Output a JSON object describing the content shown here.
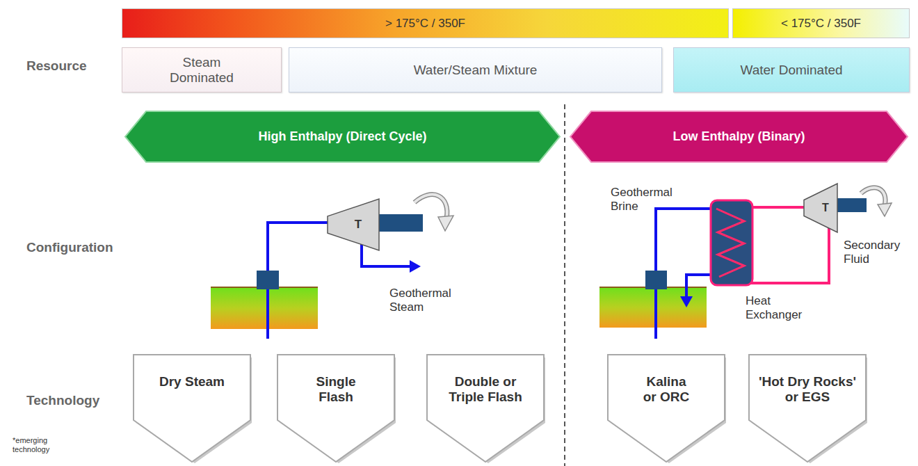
{
  "diagram": {
    "nodes": [
      {
        "text": [
          "> 175°C / 350F"
        ]
      },
      {
        "text": [
          "< 175°C / 350F"
        ]
      },
      {
        "text": [
          "Steam Dominated"
        ]
      },
      {
        "text": [
          "Water/Steam Mixture"
        ]
      },
      {
        "text": [
          "Water Dominated"
        ]
      },
      {
        "text": [
          "High Enthalpy (Direct Cycle)"
        ]
      },
      {
        "text": [
          "Low Enthalpy (Binary)"
        ]
      },
      {
        "text": [
          "T"
        ]
      },
      {
        "text": [
          "T"
        ]
      },
      {
        "text": [
          "Dry Steam"
        ]
      },
      {
        "text": [
          "Single Flash"
        ]
      },
      {
        "text": [
          "Double or Triple Flash"
        ]
      },
      {
        "text": [
          "Kalina or ORC"
        ]
      },
      {
        "text": [
          "'Hot Dry Rocks' or EGS"
        ]
      }
    ],
    "labels": [
      "Resource",
      "Configuration",
      "Geothermal Steam",
      "Geothermal Brine",
      "Heat Exchanger",
      "Secondary Fluid",
      "Technology",
      "*emerging technology"
    ]
  }
}
